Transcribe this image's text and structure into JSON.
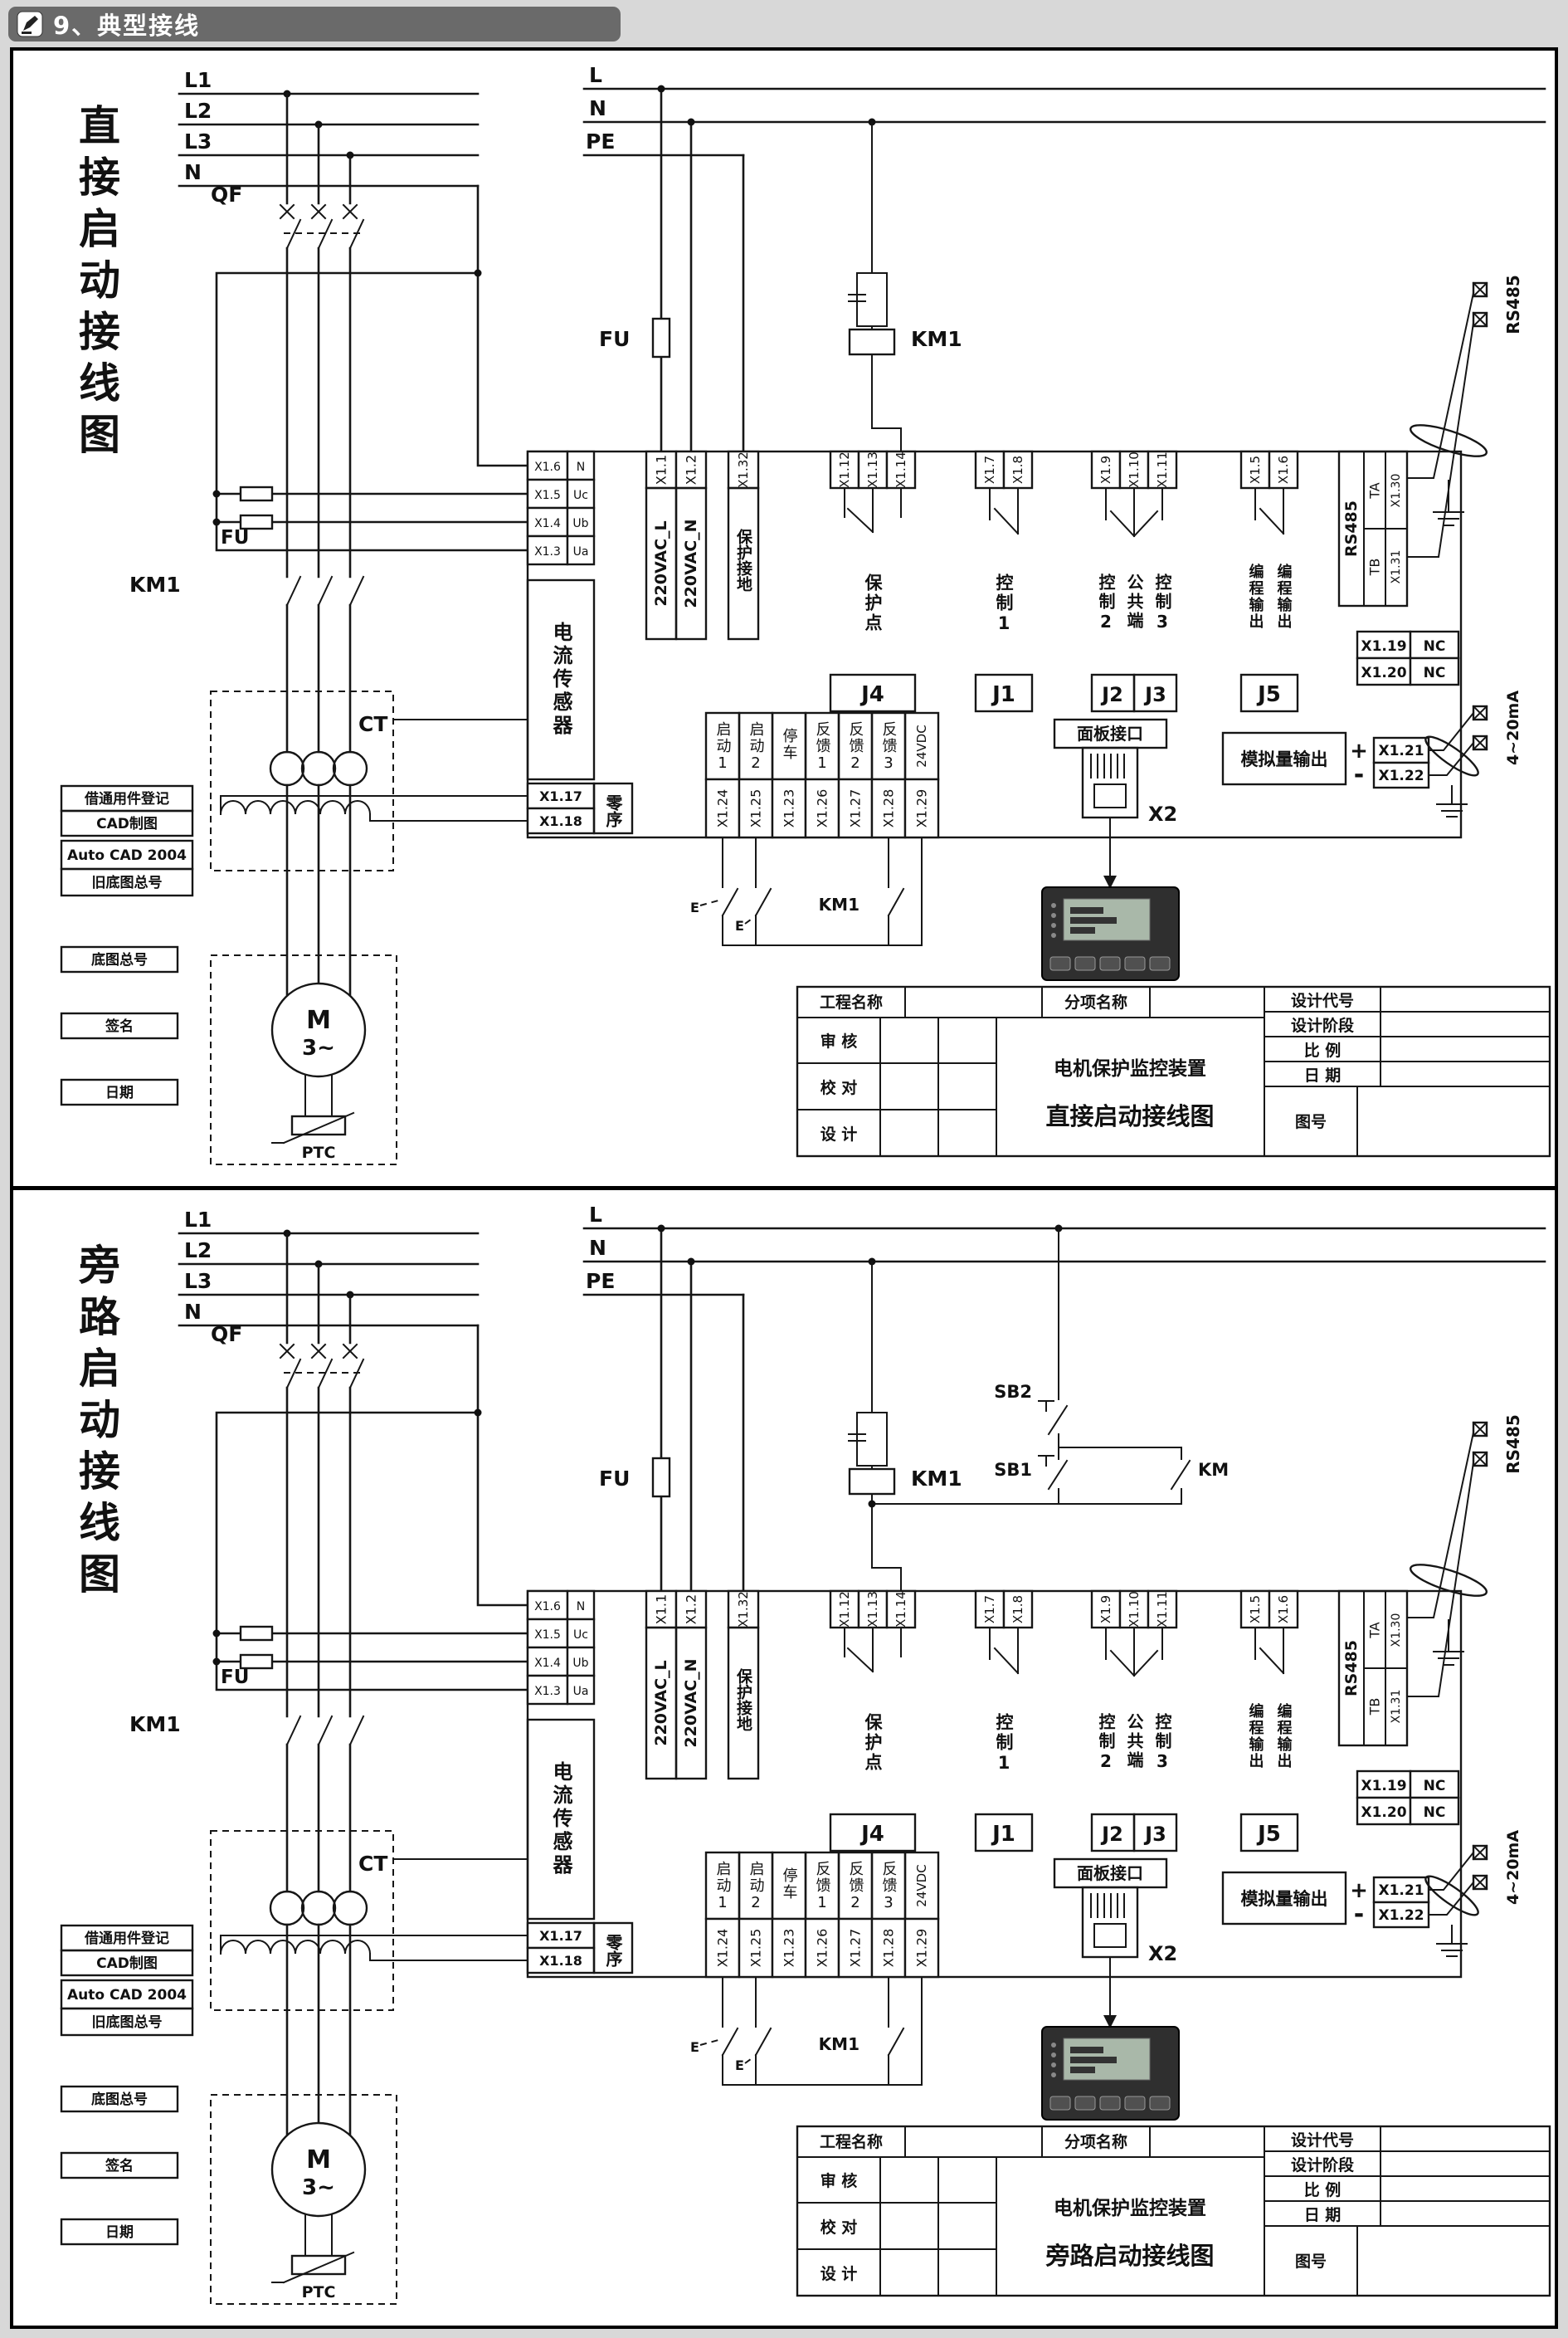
{
  "banner": {
    "title": "9、典型接线"
  },
  "shared": {
    "bus": {
      "l1": "L1",
      "l2": "L2",
      "l3": "L3",
      "n_left": "N",
      "l": "L",
      "n_right": "N",
      "pe": "PE"
    },
    "labels": {
      "qf": "QF",
      "fu_left": "FU",
      "km1_left": "KM1",
      "ct": "CT",
      "fu_right": "FU",
      "km1_coil": "KM1",
      "km1_aux": "KM1",
      "motor_m": "M",
      "motor_3ph": "3~",
      "ptc": "PTC"
    },
    "device": {
      "volt_rows": [
        [
          "X1.6",
          "N"
        ],
        [
          "X1.5",
          "Uc"
        ],
        [
          "X1.4",
          "Ub"
        ],
        [
          "X1.3",
          "Ua"
        ]
      ],
      "current_sensor": "电流传感器",
      "zero_seq": {
        "x17": "X1.17",
        "x18": "X1.18",
        "label": "零序"
      },
      "power_cols": [
        [
          "X1.1",
          "220VAC_L"
        ],
        [
          "X1.2",
          "220VAC_N"
        ],
        [
          "X1.32",
          "保护接地"
        ]
      ],
      "j4": {
        "t1": "X1.12",
        "t2": "X1.13",
        "t3": "X1.14",
        "label": "保护点",
        "name": "J4"
      },
      "j1": {
        "t1": "X1.7",
        "t2": "X1.8",
        "label": "控制1",
        "name": "J1"
      },
      "j23": {
        "t1": "X1.9",
        "t2": "X1.10",
        "t3": "X1.11",
        "l1": "控制2",
        "l2": "公共端",
        "l3": "控制3",
        "j2": "J2",
        "j3": "J3"
      },
      "j5": {
        "t1": "X1.5",
        "t2": "X1.6",
        "l1": "编程输出",
        "l2": "编程输出",
        "name": "J5"
      },
      "rs485": {
        "name": "RS485",
        "ta": "TA",
        "tb": "TB",
        "x30": "X1.30",
        "x31": "X1.31",
        "port": "RS485"
      },
      "nc": {
        "x19": "X1.19",
        "nc1": "NC",
        "x20": "X1.20",
        "nc2": "NC"
      },
      "analog": {
        "label": "模拟量输出",
        "plus": "+",
        "minus": "-",
        "x21": "X1.21",
        "x22": "X1.22",
        "range": "4~20mA"
      },
      "panel_port": {
        "label": "面板接口",
        "x2": "X2"
      },
      "inputs": [
        [
          "启动1",
          "X1.24"
        ],
        [
          "启动2",
          "X1.25"
        ],
        [
          "停车",
          "X1.23"
        ],
        [
          "反馈1",
          "X1.26"
        ],
        [
          "反馈2",
          "X1.27"
        ],
        [
          "反馈3",
          "X1.28"
        ],
        [
          "24VDC",
          "X1.29"
        ]
      ]
    },
    "side_boxes": [
      "借通用件登记",
      "CAD制图",
      "Auto CAD 2004",
      "旧底图总号",
      "底图总号",
      "签名",
      "日期"
    ],
    "title_block": {
      "project": "工程名称",
      "subitem": "分项名称",
      "review": "审 核",
      "check": "校 对",
      "design": "设 计",
      "device_name": "电机保护监控装置",
      "code": "设计代号",
      "stage": "设计阶段",
      "scale": "比 例",
      "date": "日 期",
      "figno": "图号"
    }
  },
  "panels": [
    {
      "side_title": "直接启动接线图",
      "drawing_title": "直接启动接线图",
      "has_bypass": false,
      "bypass": {
        "sb2": "",
        "sb1": "",
        "km": ""
      }
    },
    {
      "side_title": "旁路启动接线图",
      "drawing_title": "旁路启动接线图",
      "has_bypass": true,
      "bypass": {
        "sb2": "SB2",
        "sb1": "SB1",
        "km": "KM"
      }
    }
  ]
}
